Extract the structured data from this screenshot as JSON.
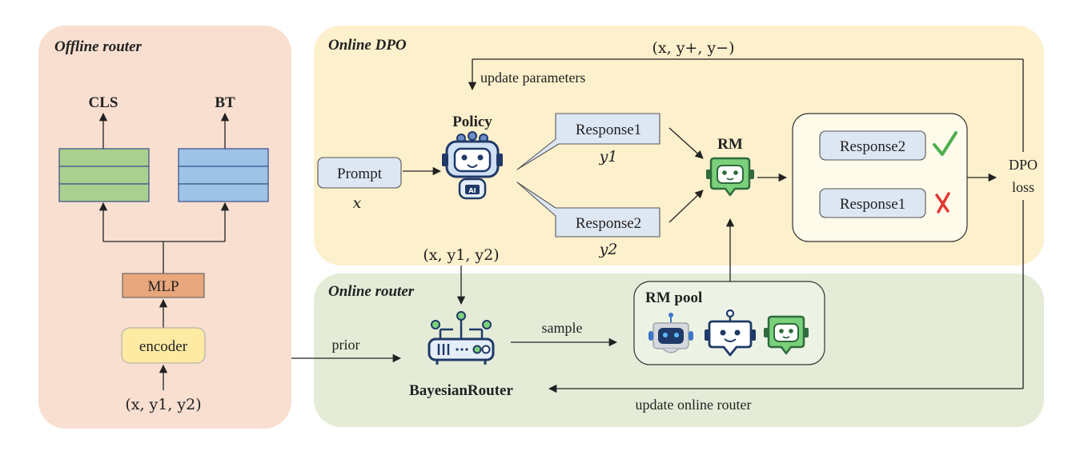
{
  "offline_router": {
    "title": "Offline router",
    "cls_label": "CLS",
    "bt_label": "BT",
    "mlp_label": "MLP",
    "encoder_label": "encoder",
    "input_label": "(x, y1, y2)"
  },
  "online_dpo": {
    "title": "Online DPO",
    "feedback_label": "(x, y+, y−)",
    "update_label": "update parameters",
    "policy_label": "Policy",
    "prompt_label": "Prompt",
    "prompt_var": "x",
    "response1_label": "Response1",
    "response1_var": "y1",
    "response2_label": "Response2",
    "response2_var": "y2",
    "rm_label": "RM",
    "ranked_top_label": "Response2",
    "ranked_bottom_label": "Response1",
    "dpo_loss_line1": "DPO",
    "dpo_loss_line2": "loss"
  },
  "online_router": {
    "title": "Online router",
    "input_label": "(x, y1, y2)",
    "router_label": "BayesianRouter",
    "prior_label": "prior",
    "sample_label": "sample",
    "rm_pool_label": "RM pool",
    "update_label": "update online router"
  },
  "colors": {
    "offline_bg": "#f8dfd0",
    "dpo_bg": "#fdf0cc",
    "router_bg": "#e4ecd7",
    "cls_green": "#a9d08e",
    "bt_blue": "#9dc3e6",
    "mlp_orange": "#e8a77c",
    "encoder_yellow": "#fdeaa3",
    "box_blue": "#dde6f3",
    "check_green": "#4caf50",
    "cross_red": "#e53935",
    "robot_blue": "#1f3a68",
    "robot_green": "#7bd07b"
  }
}
